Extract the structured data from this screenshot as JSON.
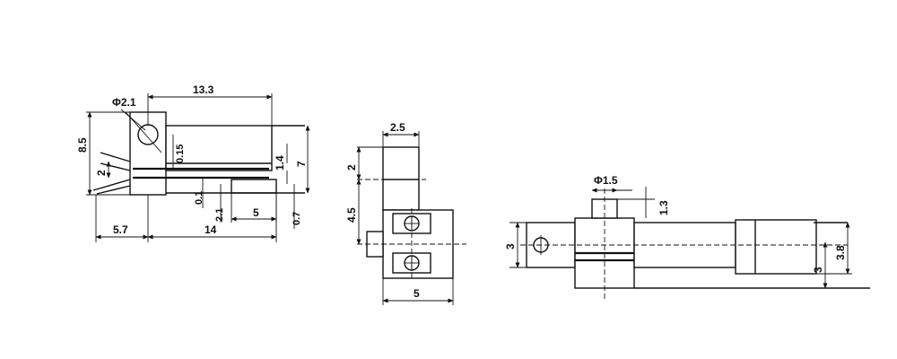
{
  "side_view": {
    "hole_dia": "Φ2.1",
    "top_length": "13.3",
    "total_height": "8.5",
    "lead_gap": "2",
    "gap_015": "0.15",
    "dim_14": "1.4",
    "dim_7": "7",
    "dim_01": "0.1",
    "dim_21": "2.1",
    "dim_5": "5",
    "dim_07": "0.7",
    "left_len": "5.7",
    "body_len": "14"
  },
  "front_view": {
    "top_width": "2.5",
    "dim_2": "2",
    "dim_45": "4.5",
    "bottom_width": "5"
  },
  "bottom_view": {
    "pin_dia": "Φ1.5",
    "pin_height": "1.3",
    "left_height": "3",
    "right_height": "3.8",
    "right_inner": "3"
  }
}
